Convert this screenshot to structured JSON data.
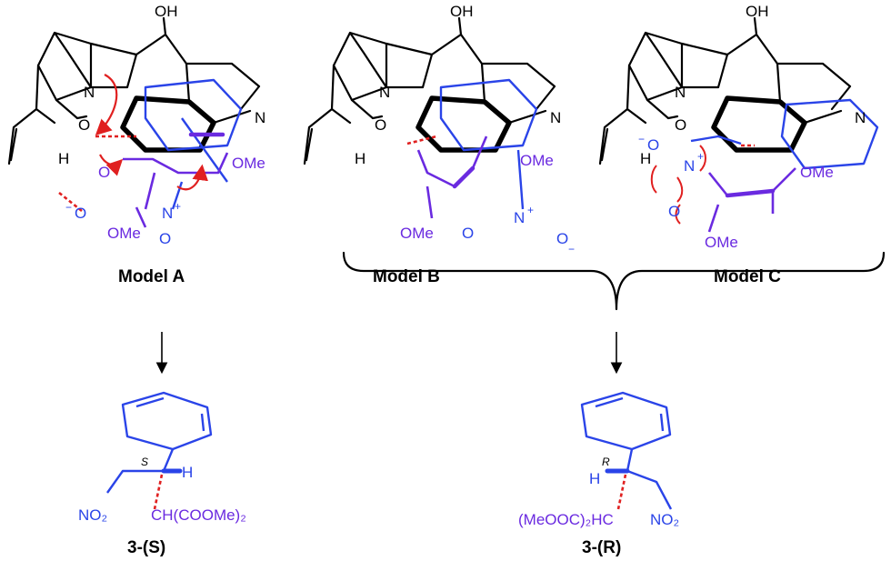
{
  "models": {
    "a": {
      "title": "Model A",
      "oh": "OH",
      "n": "N",
      "o": "O",
      "h": "H",
      "qn": "N",
      "ome": "OMe",
      "nplus": "N",
      "plus": "+",
      "ominus": "O",
      "minus": "−",
      "ome2": "OMe",
      "o2": "O",
      "o3": "O"
    },
    "b": {
      "title": "Model B",
      "oh": "OH",
      "n": "N",
      "o": "O",
      "h": "H",
      "qn": "N",
      "ome": "OMe",
      "ome2": "OMe",
      "nplus": "N",
      "plus": "+",
      "o2": "O",
      "ominus": "O",
      "minus": "−"
    },
    "c": {
      "title": "Model C",
      "oh": "OH",
      "n": "N",
      "o": "O",
      "h": "H",
      "qn": "N",
      "ome": "OMe",
      "ome2": "OMe",
      "nplus": "N",
      "plus": "+",
      "ominus": "O",
      "minus": "−",
      "o2": "O"
    }
  },
  "products": {
    "s": {
      "label": "3-(S)",
      "stereo": "S",
      "h": "H",
      "no2": "NO₂",
      "sub": "CH(COOMe)₂"
    },
    "r": {
      "label": "3-(R)",
      "stereo": "R",
      "h": "H",
      "no2": "NO₂",
      "sub": "(MeOOC)₂HC"
    }
  },
  "colors": {
    "reactant_blue": "#2a44e8",
    "reactant_purple": "#6a2ae0",
    "hbond_red": "#e02020"
  }
}
